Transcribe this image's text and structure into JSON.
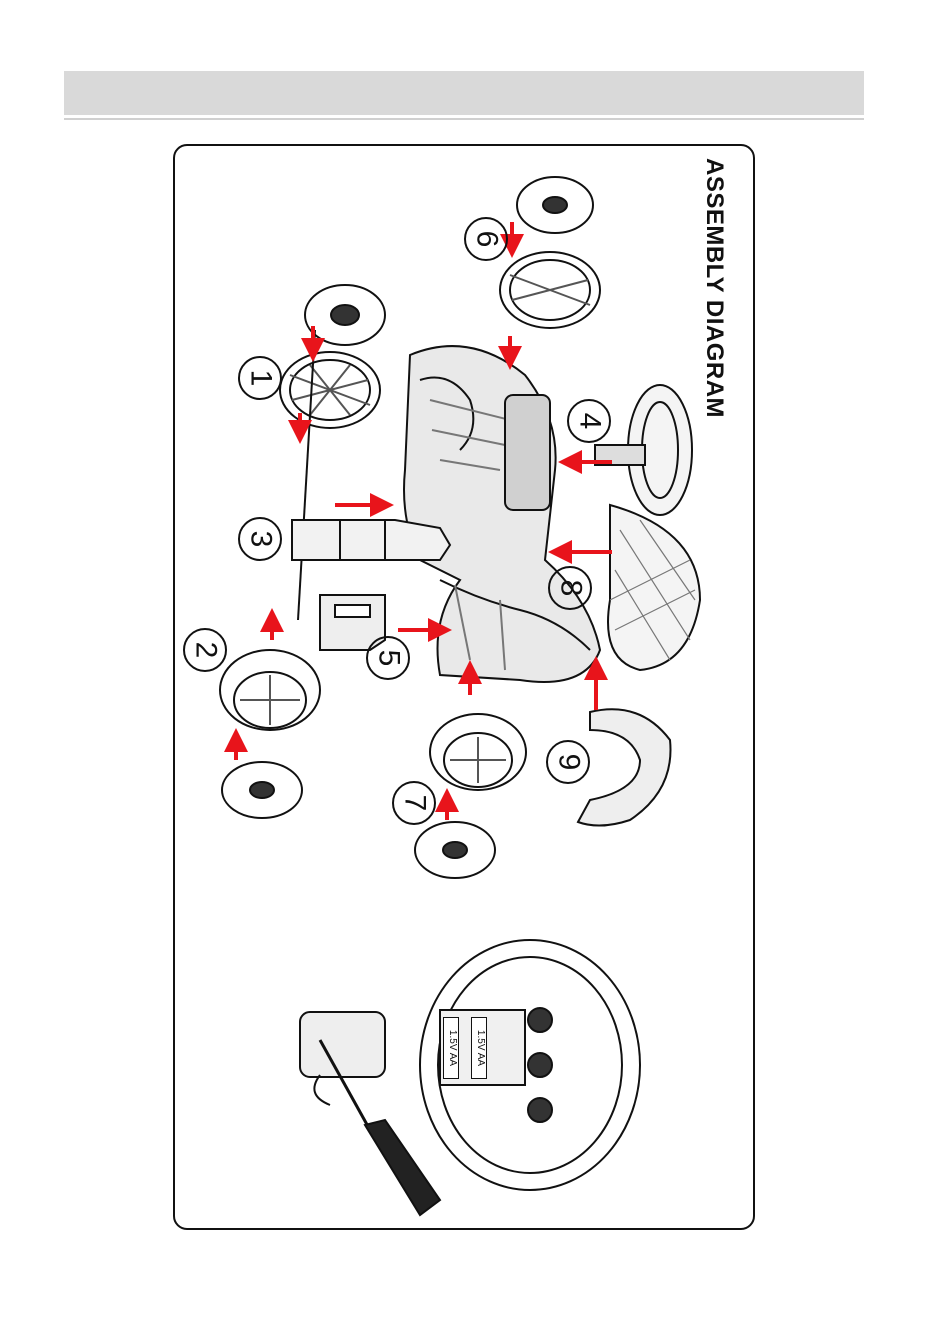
{
  "title": "ASSEMBLY DIAGRAM",
  "steps": [
    "1",
    "2",
    "3",
    "4",
    "5",
    "6",
    "7",
    "8",
    "9"
  ],
  "battery_labels": [
    "1.5V AA",
    "1.5V AA"
  ],
  "colors": {
    "arrow": "#e8141b",
    "header": "#d9d9d9",
    "ink": "#111111"
  }
}
